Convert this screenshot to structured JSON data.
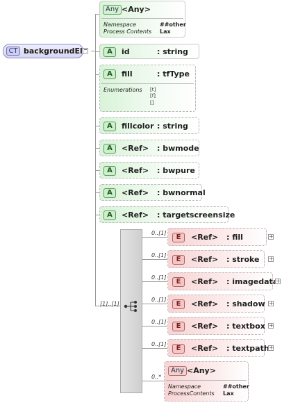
{
  "root": {
    "badge": "CT",
    "name": "backgroundElt"
  },
  "any_top": {
    "badge": "Any",
    "name": "<Any>",
    "ns_label": "Namespace",
    "ns_value": "##other",
    "pc_label": "Process Contents",
    "pc_value": "Lax"
  },
  "attributes": [
    {
      "badge": "A",
      "name": "id",
      "type": ": string"
    },
    {
      "badge": "A",
      "name": "fill",
      "type": ": tfType",
      "enum_label": "Enumerations",
      "enum_values": [
        "[t]",
        "[f]",
        "[]"
      ]
    },
    {
      "badge": "A",
      "name": "fillcolor",
      "type": ": string"
    },
    {
      "badge": "A",
      "name": "<Ref>",
      "type": ": bwmode"
    },
    {
      "badge": "A",
      "name": "<Ref>",
      "type": ": bwpure"
    },
    {
      "badge": "A",
      "name": "<Ref>",
      "type": ": bwnormal"
    },
    {
      "badge": "A",
      "name": "<Ref>",
      "type": ": targetscreensize"
    }
  ],
  "sequence_multiplicity": "[1]..[1]",
  "elements": [
    {
      "mult": "0..[1]",
      "badge": "E",
      "name": "<Ref>",
      "type": ": fill"
    },
    {
      "mult": "0..[1]",
      "badge": "E",
      "name": "<Ref>",
      "type": ": stroke"
    },
    {
      "mult": "0..[1]",
      "badge": "E",
      "name": "<Ref>",
      "type": ": imagedata"
    },
    {
      "mult": "0..[1]",
      "badge": "E",
      "name": "<Ref>",
      "type": ": shadow"
    },
    {
      "mult": "0..[1]",
      "badge": "E",
      "name": "<Ref>",
      "type": ": textbox"
    },
    {
      "mult": "0..[1]",
      "badge": "E",
      "name": "<Ref>",
      "type": ": textpath"
    }
  ],
  "any_bottom": {
    "mult": "0..*",
    "badge": "Any",
    "name": "<Any>",
    "ns_label": "Namespace",
    "ns_value": "##other",
    "pc_label": "ProcessContents",
    "pc_value": "Lax"
  },
  "expander_symbol": "+"
}
